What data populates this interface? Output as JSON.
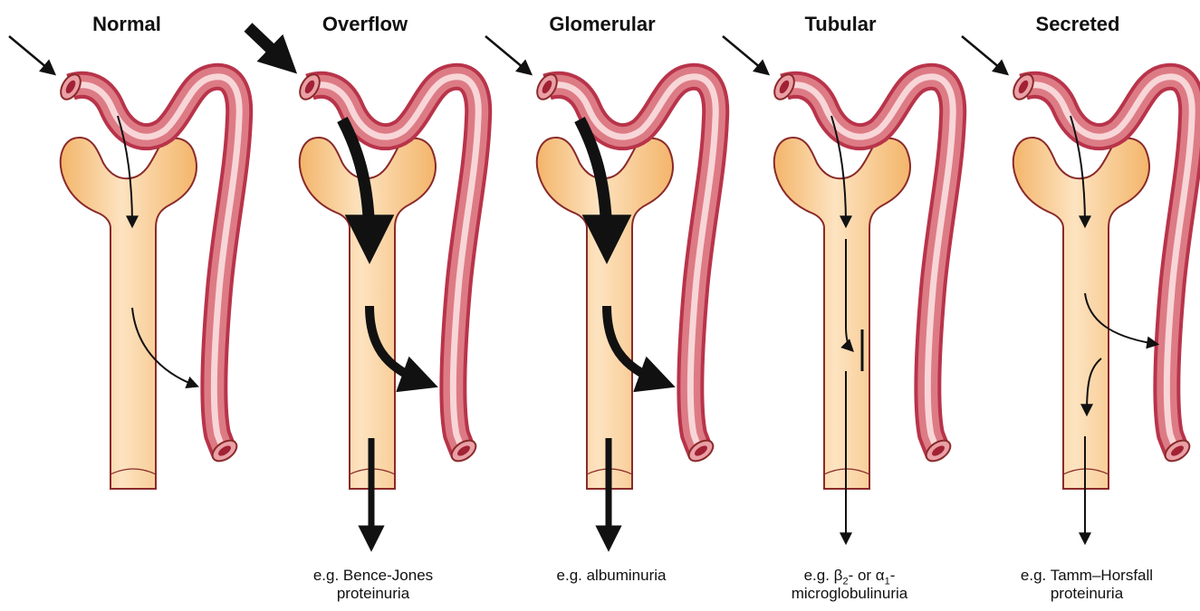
{
  "panels": [
    {
      "title": "Normal",
      "caption": "",
      "emphasis": "normal"
    },
    {
      "title": "Overflow",
      "caption_line1": "e.g. Bence-Jones",
      "caption_line2": "proteinuria",
      "emphasis": "bold-inflow"
    },
    {
      "title": "Glomerular",
      "caption_line1": "e.g. albuminuria",
      "caption_line2": "",
      "emphasis": "bold-filtration"
    },
    {
      "title": "Tubular",
      "caption_line1_prefix": "e.g. ",
      "beta": "β",
      "sub2": "2",
      "middle": "- or ",
      "alpha": "α",
      "sub1": "1",
      "suffix": "-",
      "caption_line2": "microglobulinuria",
      "emphasis": "blocked-reabsorption"
    },
    {
      "title": "Secreted",
      "caption_line1": "e.g. Tamm–Horsfall",
      "caption_line2": "proteinuria",
      "emphasis": "secretion"
    }
  ],
  "colors": {
    "vessel_outer": "#b8344a",
    "vessel_mid": "#d8707a",
    "vessel_light": "#f6d2d4",
    "tubule_fill": "#f7c47e",
    "tubule_light": "#fde2bd",
    "tubule_stroke": "#8a2a2a",
    "arrow": "#111111"
  }
}
